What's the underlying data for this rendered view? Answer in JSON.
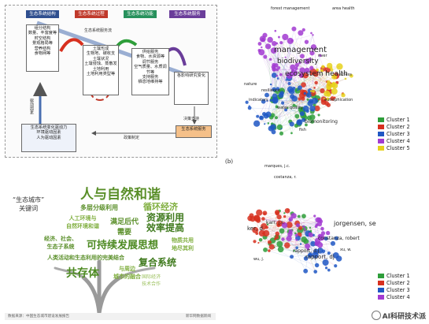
{
  "flowchart": {
    "headers": [
      {
        "text": "生态系统结构",
        "color": "#2f4f8f"
      },
      {
        "text": "生态系统过程",
        "color": "#c0392b"
      },
      {
        "text": "生态系统功能",
        "color": "#27915c"
      },
      {
        "text": "生态系统服务",
        "color": "#6a3d9a"
      }
    ],
    "left_box": "组分结构\n数量、丰富度等\n时空结构\n景观格局等\n营养结构\n食物网等",
    "center_boxes": [
      "土壤形成\n生物地、碳收支\n土壤状况\n土壤侵蚀、蒸散发\n土地利用\n土地利用类型等",
      "供给服务\n食物、水资源等\n调节服务\n空气质量、水质调节等\n支持服务\n栖息地维持等"
    ],
    "right_box": "各影响研究变化",
    "bottom_box": "生态系统服务",
    "feedback_box": "生态系统变化驱动力\n环境驱动因素\n人为驱动因素",
    "labels": {
      "driver": "驱动因素",
      "support": "决策支持",
      "policy": "政策制定",
      "arrow_top": "生态系统服务流"
    }
  },
  "word_tree": {
    "title": "“生态城市”\n关键词",
    "words": [
      {
        "text": "人与自然和谐",
        "color": "#5a8f29"
      },
      {
        "text": "循环经济",
        "color": "#7fae3e"
      },
      {
        "text": "多层分级利用",
        "color": "#5a8f29"
      },
      {
        "text": "人工环境与\n自然环境和谐",
        "color": "#7fae3e"
      },
      {
        "text": "满足后代\n需要",
        "color": "#5a8f29"
      },
      {
        "text": "资源利用\n效率提高",
        "color": "#3f7a1d"
      },
      {
        "text": "经济、社会、\n生态子系统",
        "color": "#5a8f29"
      },
      {
        "text": "可持续发展思想",
        "color": "#4d8a22"
      },
      {
        "text": "物质共用\n地尽其利",
        "color": "#7fae3e"
      },
      {
        "text": "人类活动和生态利用的完美结合",
        "color": "#5a8f29"
      },
      {
        "text": "复合系统",
        "color": "#3f7a1d"
      },
      {
        "text": "共存体",
        "color": "#4d8a22"
      },
      {
        "text": "与周边\n城市的融合",
        "color": "#7fae3e"
      },
      {
        "text": "国际经济\n技术合作",
        "color": "#9cc15e"
      }
    ],
    "footer_left": "数据来源：中国生态城市建设发展报告",
    "footer_right": "新华网数据新闻"
  },
  "network_a": {
    "labels": [
      "forest management",
      "area health",
      "management",
      "biodiversity",
      "ecosystem health",
      "resilience",
      "nature",
      "river",
      "biomonitoring",
      "water quality",
      "eutrophication",
      "indicators",
      "stress",
      "fish"
    ],
    "legend": [
      {
        "name": "Cluster 1",
        "color": "#2e9e3a"
      },
      {
        "name": "Cluster 2",
        "color": "#d7301f"
      },
      {
        "name": "Cluster 3",
        "color": "#1f57c4"
      },
      {
        "name": "Cluster 4",
        "color": "#a23bd1"
      },
      {
        "name": "Cluster 5",
        "color": "#e6d21c"
      }
    ]
  },
  "panel_b_label": "(b)",
  "network_b": {
    "labels": [
      "marques, j.c.",
      "costanza, r.",
      "rapport, d.j.",
      "ker, d.",
      "karr, j.r.",
      "jorgensen, se",
      "constanza, robert",
      "rapport, dj",
      "wu, j.",
      "xu, w."
    ],
    "legend": [
      {
        "name": "Cluster 1",
        "color": "#2e9e3a"
      },
      {
        "name": "Cluster 2",
        "color": "#d7301f"
      },
      {
        "name": "Cluster 3",
        "color": "#1f57c4"
      },
      {
        "name": "Cluster 4",
        "color": "#a23bd1"
      }
    ]
  },
  "watermark": "AI科研技术派"
}
